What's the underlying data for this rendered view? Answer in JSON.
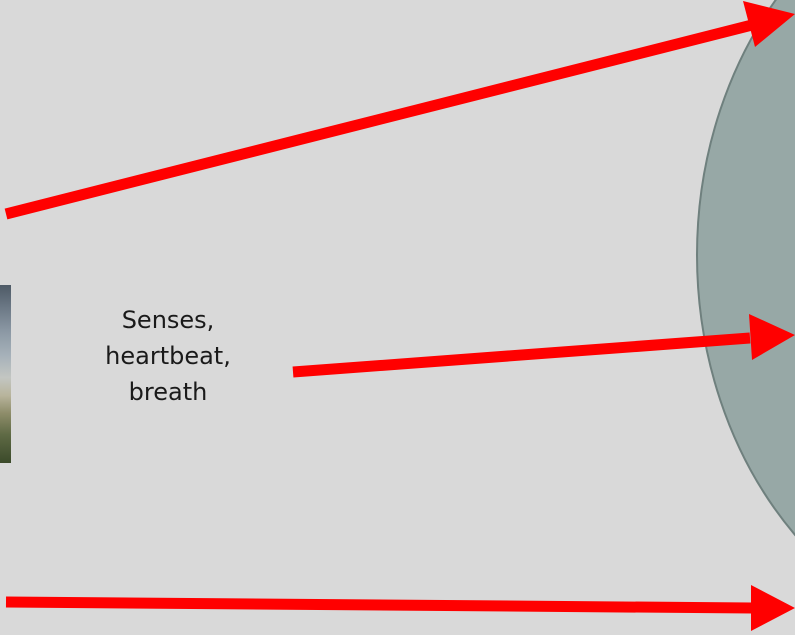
{
  "label": {
    "lines": [
      "Senses,",
      "heartbeat,",
      "breath"
    ]
  },
  "colors": {
    "background": "#d9d9d9",
    "ellipse_fill": "#97a8a6",
    "ellipse_stroke": "#6f807e",
    "arrow": "#ff0000"
  }
}
